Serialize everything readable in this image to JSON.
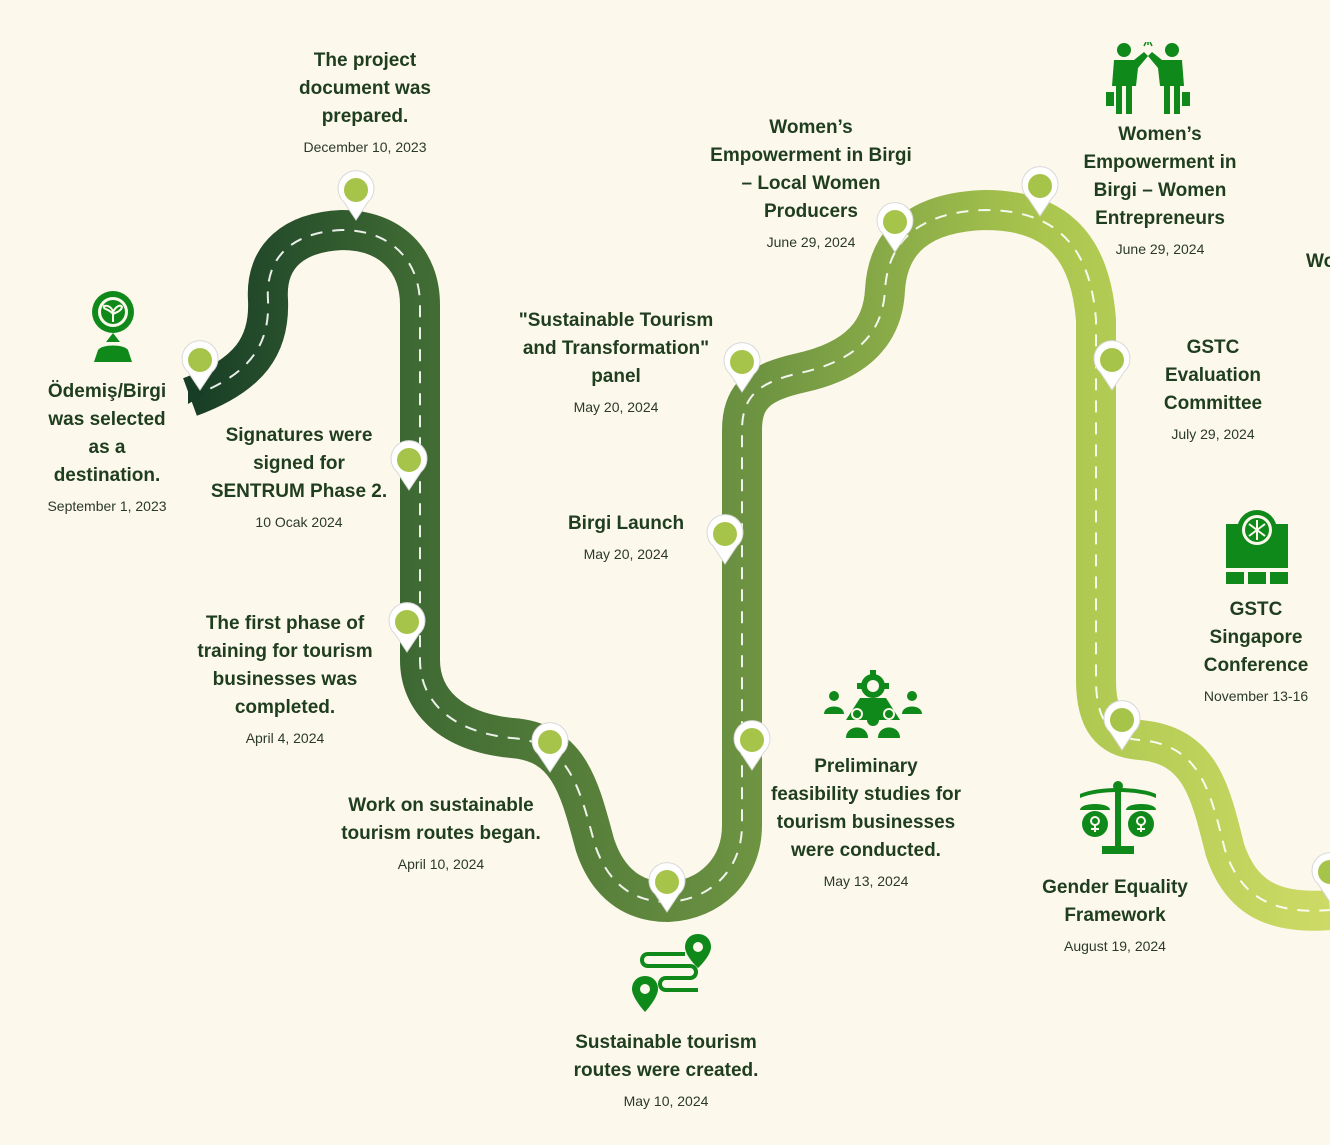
{
  "colors": {
    "background": "#fdf8ec",
    "road_start": "#173d26",
    "road_mid": "#4f7a3b",
    "road_end": "#cddb66",
    "icon_green": "#0f8a1a",
    "pin_dot": "#a7c44a",
    "text": "#1f3d1f"
  },
  "events": [
    {
      "title": "Ödemiş/Birgi was selected as a destination.",
      "date": "September 1, 2023"
    },
    {
      "title": "The project document was prepared.",
      "date": "December 10, 2023"
    },
    {
      "title": "Signatures were signed for SENTRUM Phase 2.",
      "date": "10 Ocak 2024"
    },
    {
      "title": "The first phase of training for tourism businesses was completed.",
      "date": "April 4, 2024"
    },
    {
      "title": "Work on sustainable tourism routes began.",
      "date": "April 10, 2024"
    },
    {
      "title": "Sustainable tourism routes were created.",
      "date": "May 10, 2024"
    },
    {
      "title": "Preliminary feasibility studies for tourism businesses were conducted.",
      "date": "May 13, 2024"
    },
    {
      "title": "Birgi Launch",
      "date": "May 20, 2024"
    },
    {
      "title": "\"Sustainable Tourism and Transformation\" panel",
      "date": "May 20, 2024"
    },
    {
      "title": "Women’s Empowerment in Birgi – Local Women Producers",
      "date": "June 29, 2024"
    },
    {
      "title": "Women’s Empowerment in Birgi – Women Entrepreneurs",
      "date": "June 29, 2024"
    },
    {
      "title": "GSTC Evaluation Committee",
      "date": "July 29, 2024"
    },
    {
      "title": "Gender Equality Framework",
      "date": "August 19, 2024"
    },
    {
      "title": "GSTC Singapore Conference",
      "date": "November 13-16"
    },
    {
      "title": "Wo"
    }
  ],
  "icons": [
    "destination-plant-icon",
    "route-map-icon",
    "team-gear-icon",
    "women-handshake-icon",
    "certificate-icon",
    "gender-scale-icon"
  ]
}
